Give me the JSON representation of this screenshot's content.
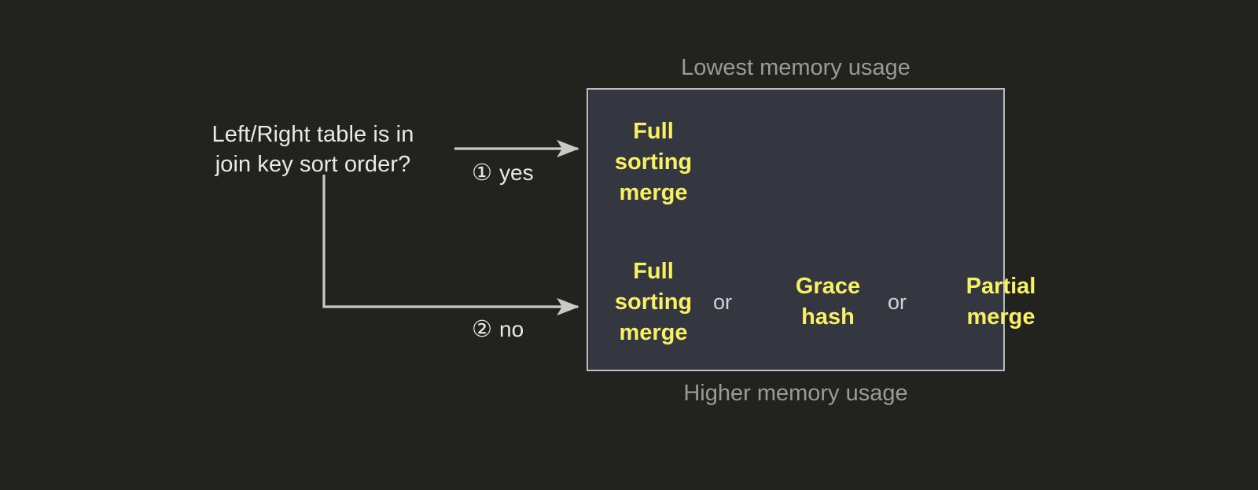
{
  "background_color": "#22231e",
  "decision": {
    "question": "Left/Right table is in\njoin key sort order?"
  },
  "branches": [
    {
      "marker": "①",
      "label": "yes"
    },
    {
      "marker": "②",
      "label": "no"
    }
  ],
  "outcome_panel": {
    "border_color": "#b9bbbd",
    "fill_color": "#343740",
    "caption_top": "Lowest memory usage",
    "caption_bottom": "Higher memory usage",
    "accent_color": "#f7f163",
    "rows": [
      {
        "branch": "yes",
        "options": [
          "Full\nsorting\nmerge"
        ],
        "conjunctions": []
      },
      {
        "branch": "no",
        "options": [
          "Full\nsorting\nmerge",
          "Grace\nhash",
          "Partial\nmerge"
        ],
        "conjunctions": [
          "or",
          "or"
        ]
      }
    ]
  }
}
